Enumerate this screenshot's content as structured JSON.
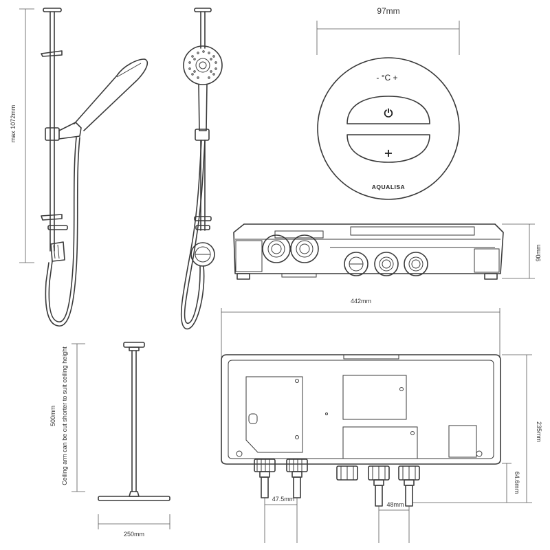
{
  "dimensions": {
    "max_height": "max 1072mm",
    "control_width": "97mm",
    "pump_depth": "90mm",
    "pump_width": "442mm",
    "pump_height": "235mm",
    "outlet_height": "64.6mm",
    "inlet_spacing": "47.5mm",
    "outlet_spacing": "48mm",
    "ceiling_arm_length": "500mm",
    "ceiling_head_width": "250mm"
  },
  "notes": {
    "ceiling_arm": "Ceiling arm can be cut shorter to suit ceiling height"
  },
  "controller": {
    "temp_label": "-  °C  +",
    "power_symbol": "⏻",
    "plus_symbol": "+",
    "brand": "AQUALISA"
  },
  "colors": {
    "line": "#3a3a3a",
    "background": "#ffffff"
  }
}
